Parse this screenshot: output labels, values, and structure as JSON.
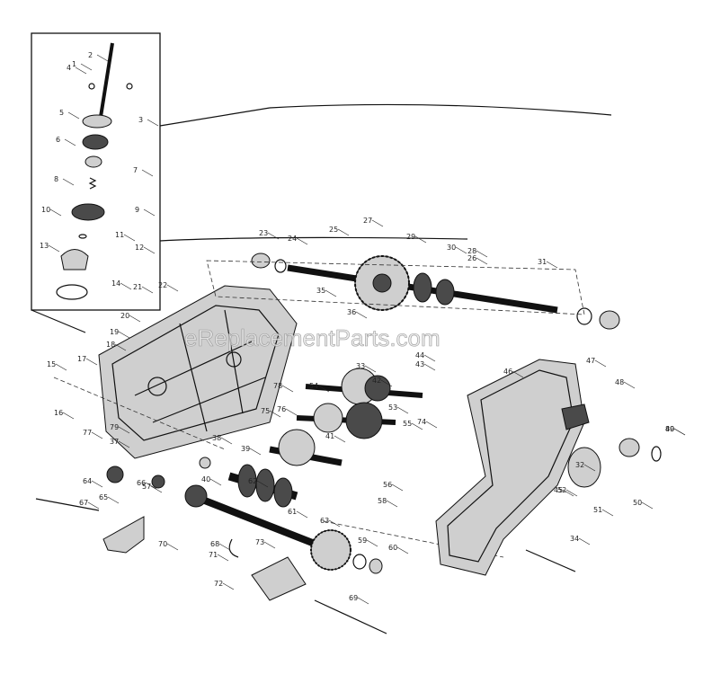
{
  "watermark": "eReplacementParts.com",
  "part_labels": [
    "1",
    "2",
    "3",
    "4",
    "5",
    "6",
    "7",
    "8",
    "9",
    "10",
    "11",
    "12",
    "13",
    "14",
    "15",
    "16",
    "17",
    "18",
    "19",
    "20",
    "21",
    "22",
    "23",
    "24",
    "25",
    "26",
    "27",
    "28",
    "29",
    "30",
    "31",
    "32",
    "33",
    "34",
    "35",
    "36",
    "37",
    "38",
    "39",
    "40",
    "41",
    "42",
    "43",
    "44",
    "45",
    "46",
    "47",
    "48",
    "49",
    "50",
    "51",
    "52",
    "53",
    "54",
    "55",
    "56",
    "57",
    "58",
    "59",
    "60",
    "61",
    "62",
    "63",
    "64",
    "65",
    "66",
    "67",
    "68",
    "69",
    "70",
    "71",
    "72",
    "73",
    "74",
    "75",
    "76",
    "77",
    "78",
    "79",
    "80"
  ]
}
